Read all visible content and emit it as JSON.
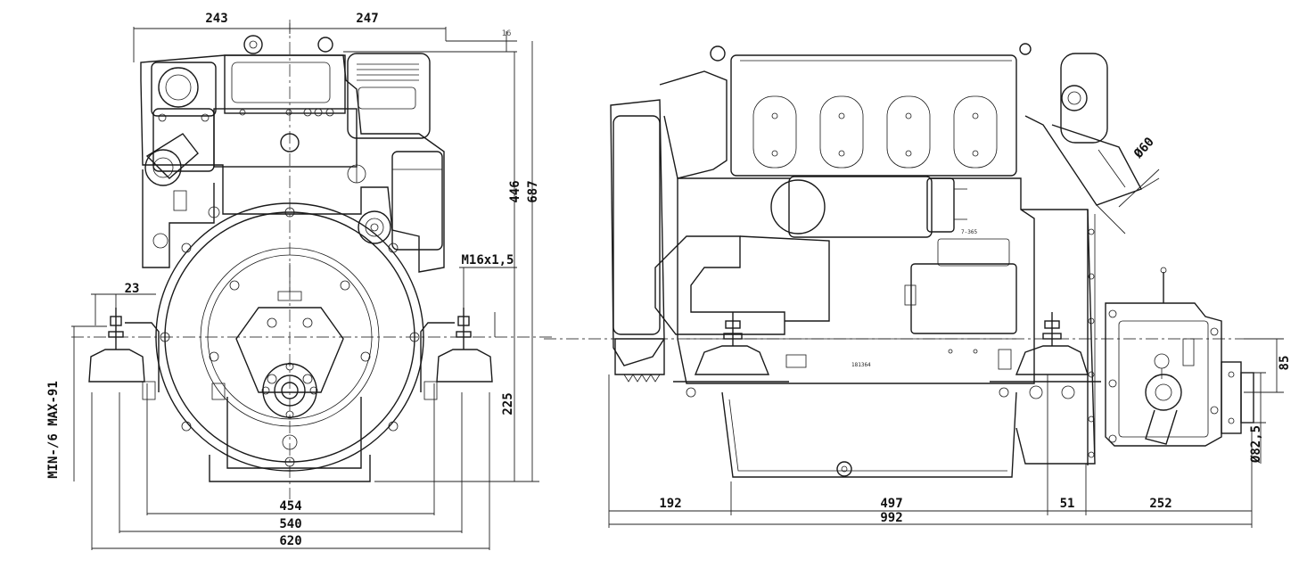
{
  "front_view": {
    "dims": {
      "top_left": "243",
      "top_right": "247",
      "offset_small": "16",
      "height_inner": "446",
      "height_total": "687",
      "thread": "M16x1,5",
      "mount_offset": "23",
      "lower_height": "225",
      "mount_adjust": "MIN-/6 MAX-91",
      "width_inner": "454",
      "width_mid": "540",
      "width_total": "620"
    }
  },
  "side_view": {
    "dims": {
      "exhaust_dia": "Ø60",
      "front_len": "192",
      "center_len": "497",
      "bell_len": "51",
      "gear_len": "252",
      "total_len": "992",
      "flange_height": "85",
      "flange_dia": "Ø82,5"
    },
    "plate_labels": [
      "181364",
      "7-365"
    ]
  }
}
